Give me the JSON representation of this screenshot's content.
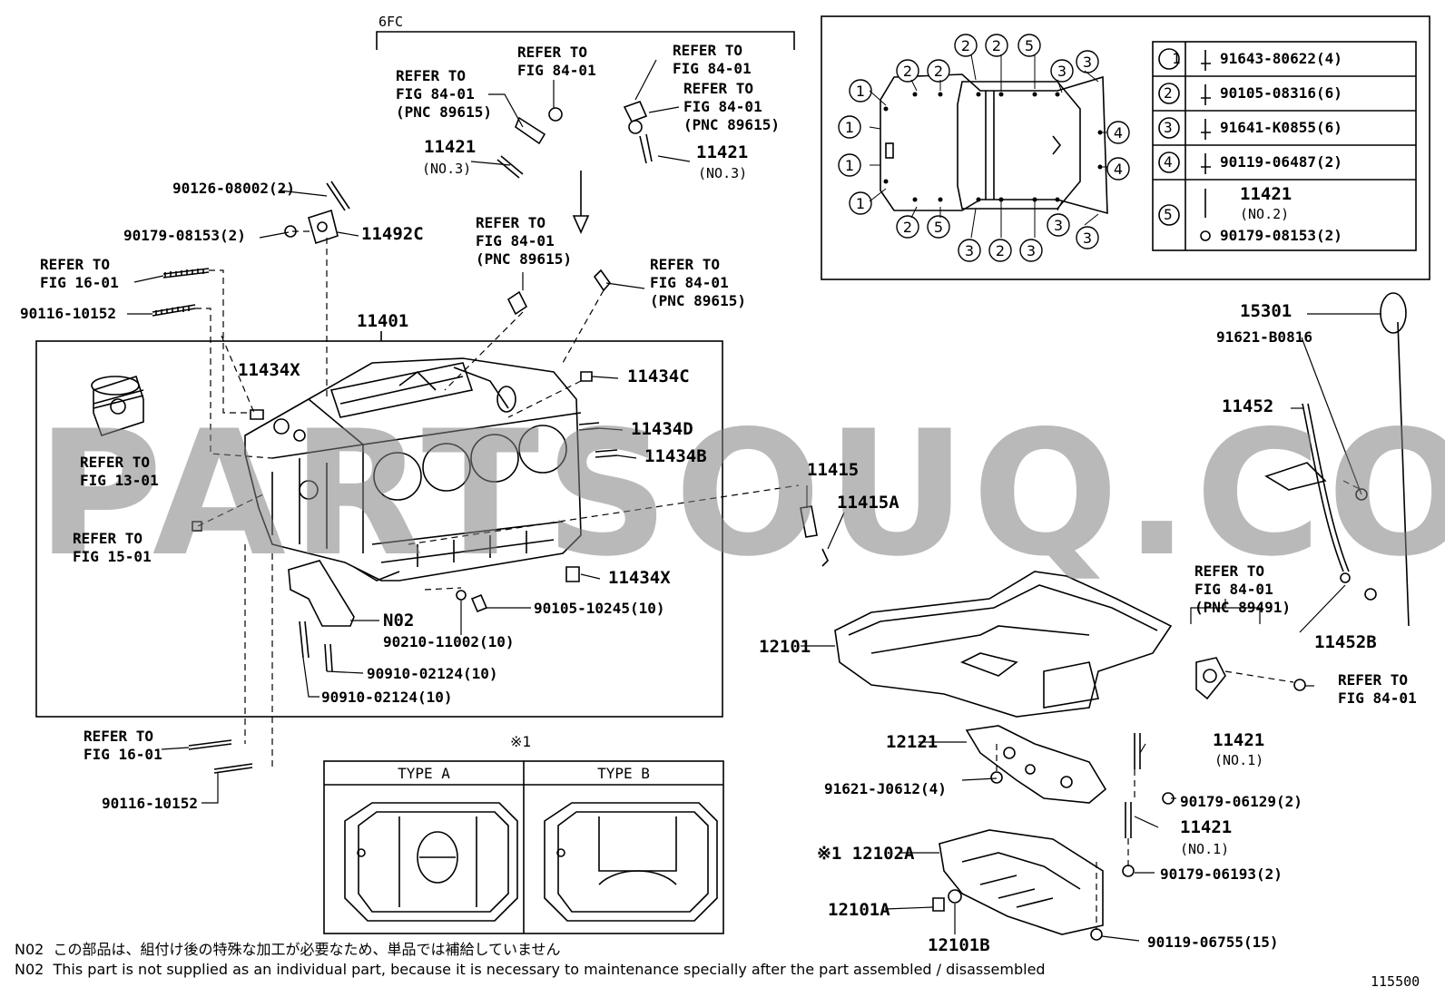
{
  "group_label": "6FC",
  "watermark": "PARTSOUQ.COM",
  "figure_code": "115500",
  "asterisk_mark": "※1",
  "labels": {
    "refer_84_a": "REFER TO\nFIG 84-01\n(PNC 89615)",
    "refer_84_b": "REFER TO\nFIG 84-01",
    "refer_84_c": "REFER TO\nFIG 84-01",
    "refer_84_d": "REFER TO\nFIG 84-01\n(PNC 89615)",
    "p11421_a": "11421",
    "p11421_a_sub": "(NO.3)",
    "p11421_b": "11421",
    "p11421_b_sub": "(NO.3)",
    "p90126": "90126-08002(2)",
    "p90179_08153": "90179-08153(2)",
    "p11492c": "11492C",
    "refer_84_e": "REFER TO\nFIG 84-01\n(PNC 89615)",
    "refer_84_f": "REFER TO\nFIG 84-01\n(PNC 89615)",
    "refer_16_a": "REFER TO\nFIG 16-01",
    "p90116_a": "90116-10152",
    "p11401": "11401",
    "p11434x_a": "11434X",
    "p11434c": "11434C",
    "p11434d": "11434D",
    "p11434b": "11434B",
    "refer_13": "REFER TO\nFIG 13-01",
    "refer_15": "REFER TO\nFIG 15-01",
    "p11415": "11415",
    "p11415a": "11415A",
    "p11434x_b": "11434X",
    "p90105_10245": "90105-10245(10)",
    "pN02": "N02",
    "p90210": "90210-11002(10)",
    "p90910_a": "90910-02124(10)",
    "p90910_b": "90910-02124(10)",
    "refer_16_b": "REFER TO\nFIG 16-01",
    "p90116_b": "90116-10152",
    "p15301": "15301",
    "p91621_b0816": "91621-B0816",
    "p11452": "11452",
    "refer_84_g": "REFER TO\nFIG 84-01\n(PNC 89491)",
    "p11452b": "11452B",
    "refer_84_h": "REFER TO\nFIG 84-01",
    "p12101": "12101",
    "p12121": "12121",
    "p11421_c": "11421",
    "p11421_c_sub": "(NO.1)",
    "p91621_j0612": "91621-J0612(4)",
    "p90179_06129": "90179-06129(2)",
    "p11421_d": "11421",
    "p11421_d_sub": "(NO.1)",
    "p12102a": "※1 12102A",
    "p90179_06193": "90179-06193(2)",
    "p12101a": "12101A",
    "p12101b": "12101B",
    "p90119_06755": "90119-06755(15)"
  },
  "type_table": {
    "type_a": "TYPE A",
    "type_b": "TYPE B"
  },
  "legend": [
    {
      "num": "1",
      "part": "91643-80622(4)"
    },
    {
      "num": "2",
      "part": "90105-08316(6)"
    },
    {
      "num": "3",
      "part": "91641-K0855(6)"
    },
    {
      "num": "4",
      "part": "90119-06487(2)"
    },
    {
      "num": "5",
      "part": "11421",
      "sub": "(NO.2)",
      "part2": "90179-08153(2)"
    }
  ],
  "inset_callouts": [
    "1",
    "1",
    "1",
    "1",
    "2",
    "2",
    "2",
    "2",
    "3",
    "2",
    "5",
    "3",
    "3",
    "4",
    "4",
    "3",
    "3",
    "3",
    "2",
    "5"
  ],
  "notes": [
    "N02  この部品は、組付け後の特殊な加工が必要なため、単品では補給していません",
    "N02  This part is not supplied as an individual part, because it is necessary to maintenance specially after the part assembled / disassembled"
  ]
}
